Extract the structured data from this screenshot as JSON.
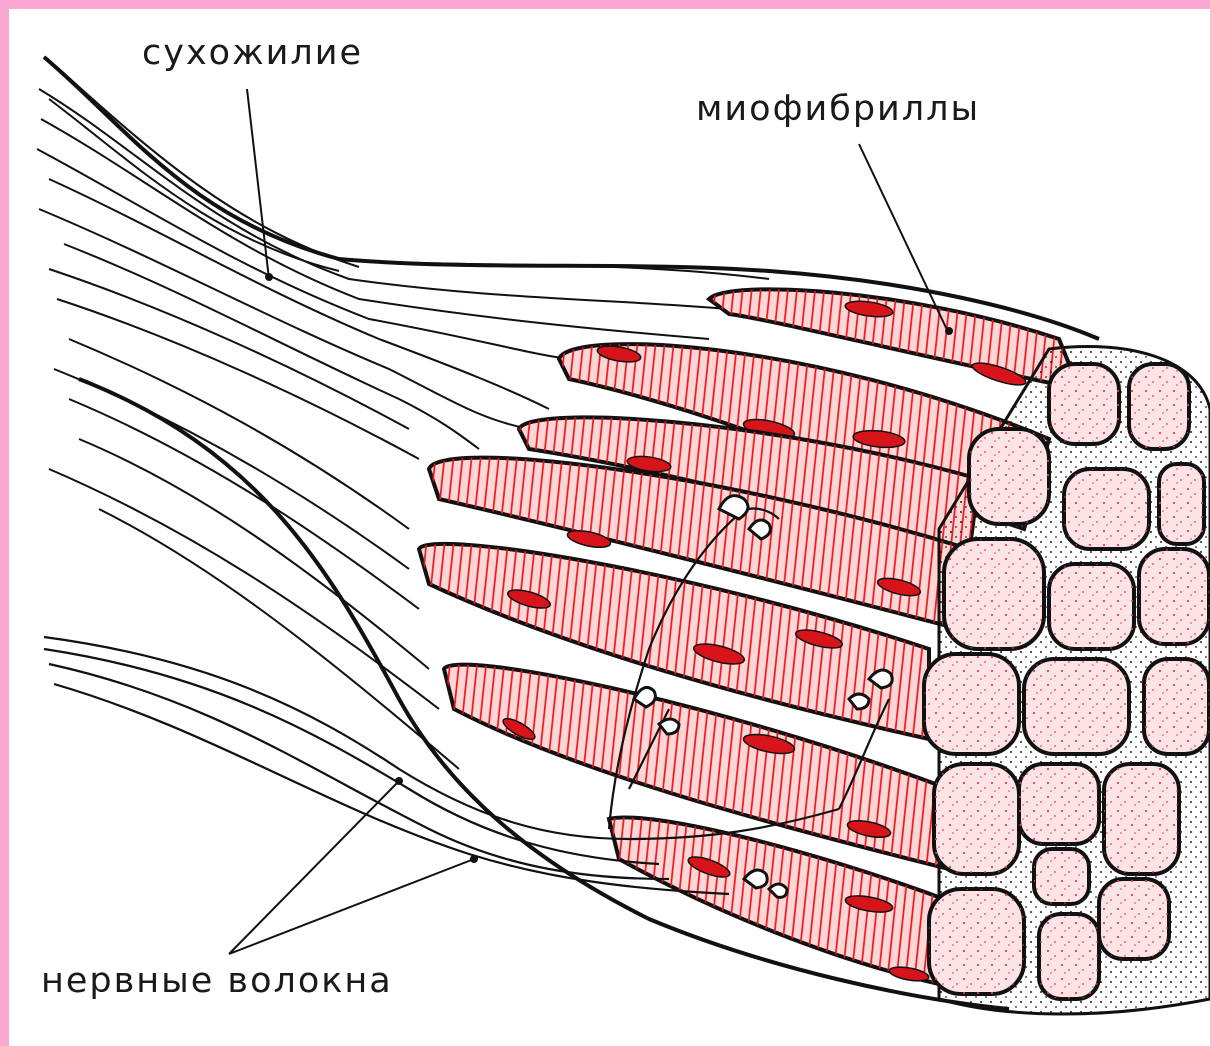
{
  "labels": {
    "tendon": "сухожилие",
    "myofibrils": "миофибриллы",
    "nerve_fibers": "нервные волокна"
  },
  "colors": {
    "frame": "#f9a9d2",
    "muscle_fill": "#ffd6d6",
    "striation": "#e8151b",
    "nucleus": "#d6141a",
    "outline": "#111111"
  }
}
